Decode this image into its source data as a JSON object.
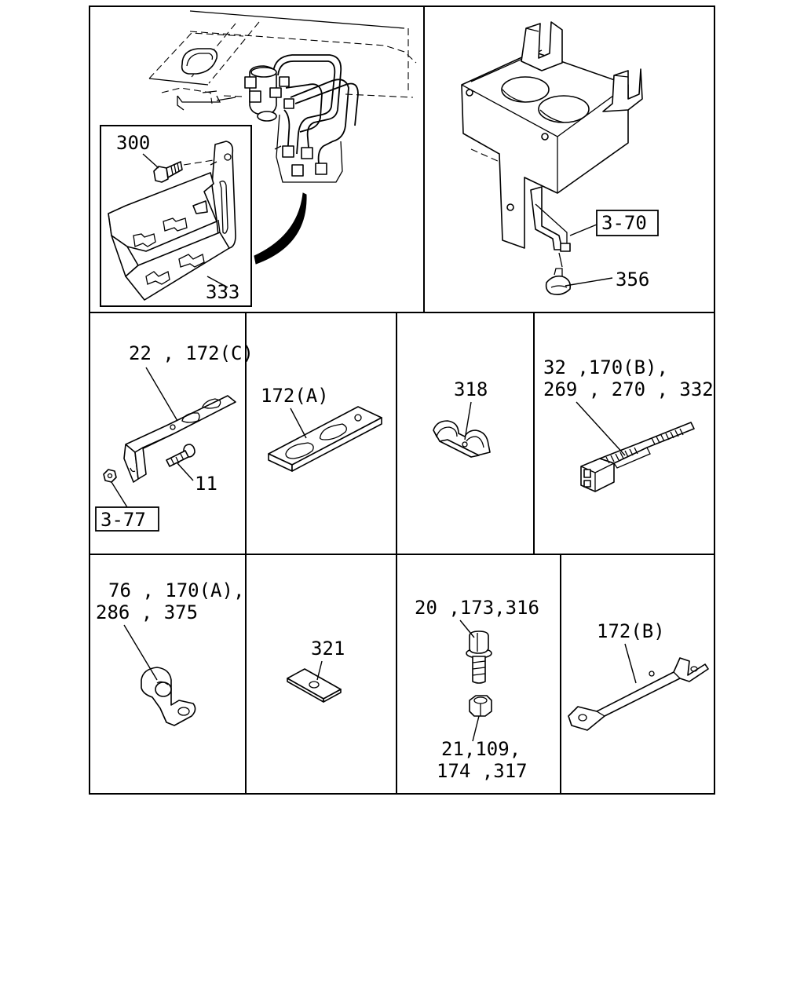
{
  "panels": {
    "fuel_lines": {
      "labels": {
        "bolt": "300",
        "bracket": "333"
      }
    },
    "tank": {
      "labels": {
        "ref": "3-70",
        "clip": "356"
      }
    },
    "bracket_c": {
      "labels": {
        "bracket": "22 , 172(C)",
        "bolt": "11",
        "ref": "3-77"
      }
    },
    "plate_a": {
      "labels": {
        "plate": "172(A)"
      }
    },
    "clip_318": {
      "labels": {
        "clip": "318"
      }
    },
    "band": {
      "labels": {
        "line1": "32 ,170(B),",
        "line2": "269 , 270 , 332"
      }
    },
    "clamp": {
      "labels": {
        "line1": "76 , 170(A),",
        "line2": "286 , 375"
      }
    },
    "plate_321": {
      "labels": {
        "plate": "321"
      }
    },
    "fasteners": {
      "labels": {
        "bolt": "20 ,173,316",
        "nut1": "21,109,",
        "nut2": "174 ,317"
      }
    },
    "bracket_b": {
      "labels": {
        "bracket": "172(B)"
      }
    }
  }
}
